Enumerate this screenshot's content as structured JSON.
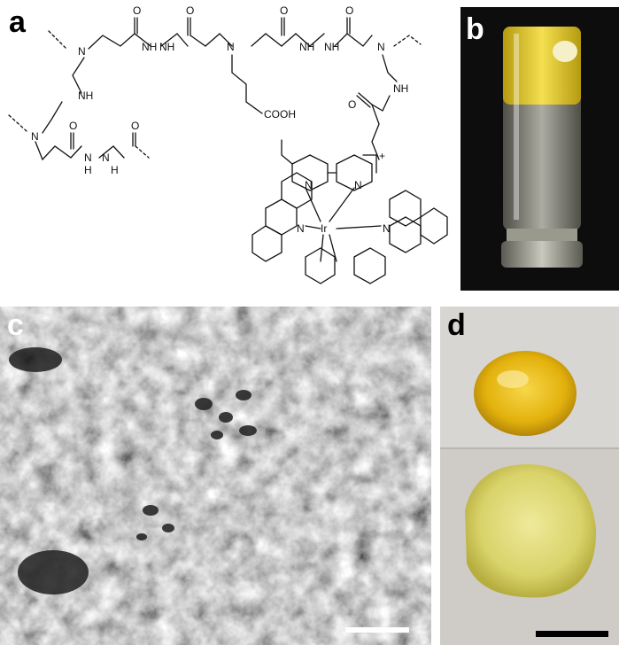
{
  "figure": {
    "panels": [
      {
        "label": "a"
      },
      {
        "label": "b"
      },
      {
        "label": "c"
      },
      {
        "label": "d"
      }
    ],
    "structure": {
      "atoms": {
        "N": "N",
        "NH": "NH",
        "H": "H",
        "O": "O",
        "COOH": "COOH",
        "Ir": "Ir",
        "charge": "+"
      }
    }
  },
  "colors": {
    "vial_liquid": "#e8d23a",
    "sem_gray": "#8a8a8a",
    "gel_top": "#e0b40a",
    "gel_bottom": "#d9d36a",
    "background_dark": "#0d0d0d",
    "paper": "#d6d3d0",
    "scale_c": "#ffffff",
    "scale_d": "#000000"
  }
}
